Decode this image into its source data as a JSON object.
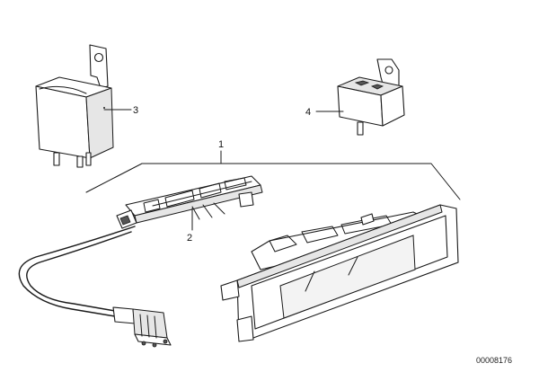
{
  "callouts": {
    "one": "1",
    "two": "2",
    "three": "3",
    "four": "4"
  },
  "reference_number": "00008176"
}
